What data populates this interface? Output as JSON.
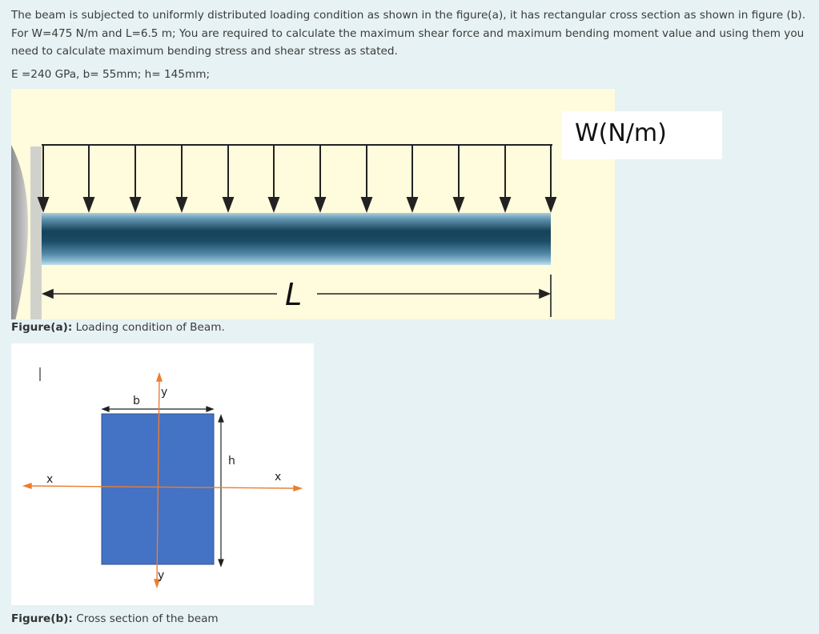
{
  "problem": {
    "statement": "The beam is subjected to uniformly distributed  loading condition as shown in the figure(a), it has rectangular cross section as shown in figure (b).  For W=475 N/m and L=6.5 m; You are required to calculate the maximum shear force and maximum bending moment value and using them you need to calculate maximum bending stress and shear stress as stated.",
    "parameters": "E =240  GPa, b= 55mm; h= 145mm;"
  },
  "figure_a": {
    "load_label": "W(N/m)",
    "length_label": "L",
    "caption_prefix": "Figure(a):",
    "caption_text": " Loading condition of Beam."
  },
  "figure_b": {
    "label_b": "b",
    "label_h": "h",
    "label_x_left": "x",
    "label_x_right": "x",
    "label_y_top": "y",
    "label_y_bottom": "y",
    "caption_prefix": "Figure(b):",
    "caption_text": " Cross section of the beam",
    "colors": {
      "section_fill": "#4472c4",
      "axis_color": "#ed7d31"
    }
  }
}
